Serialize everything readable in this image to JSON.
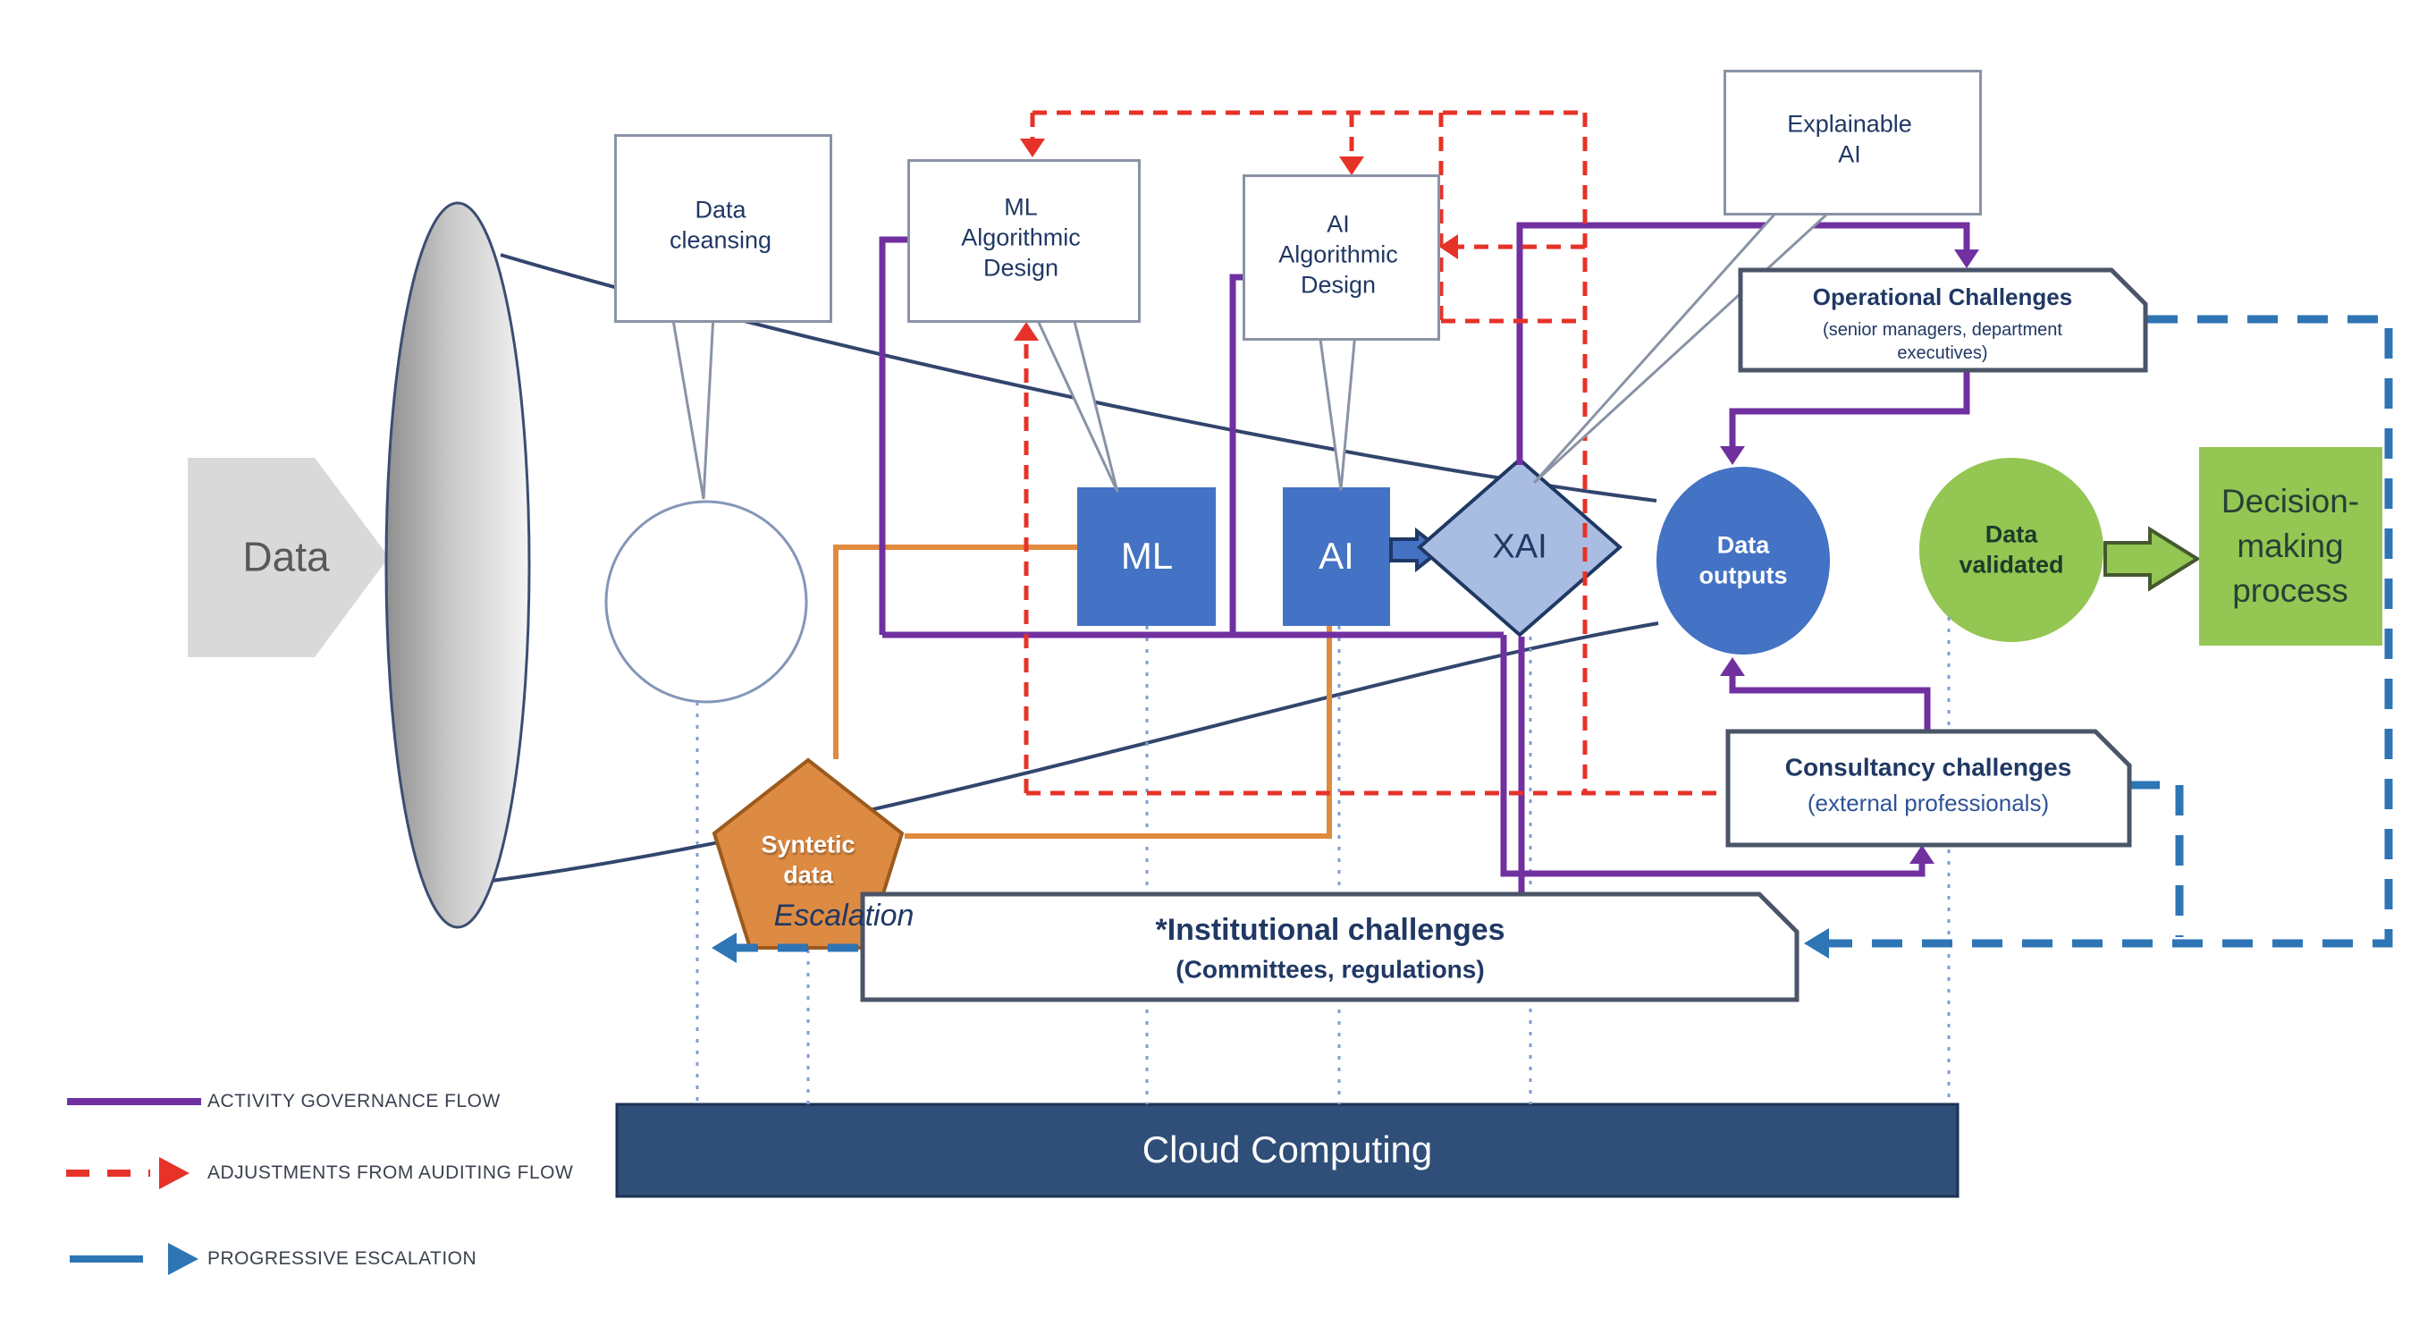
{
  "title": "AI governance data flow diagram",
  "funnel": {
    "data_label": "Data"
  },
  "callouts": {
    "data_cleansing": "Data\ncleansing",
    "ml_design": "ML\nAlgorithmic\nDesign",
    "ai_design": "AI\nAlgorithmic\nDesign",
    "explainable_ai": "Explainable\nAI"
  },
  "nodes": {
    "ml": "ML",
    "ai": "AI",
    "xai": "XAI",
    "synthetic_data": "Syntetic\ndata",
    "data_outputs": "Data\noutputs",
    "data_validated": "Data\nvalidated",
    "decision": "Decision-\nmaking\nprocess"
  },
  "challenges": {
    "operational": {
      "title": "Operational Challenges",
      "subtitle": "(senior managers, department\nexecutives)"
    },
    "consultancy": {
      "title": "Consultancy challenges",
      "subtitle": "(external professionals)"
    },
    "institutional": {
      "title": "*Institutional challenges",
      "subtitle": "(Committees, regulations)"
    }
  },
  "cloud": {
    "label": "Cloud Computing"
  },
  "escalation_label": "Escalation",
  "legend": {
    "items": [
      {
        "label": "ACTIVITY GOVERNANCE  FLOW",
        "color": "#7030a0",
        "style": "solid"
      },
      {
        "label": "ADJUSTMENTS FROM AUDITING  FLOW",
        "color": "#e63228",
        "style": "dashed"
      },
      {
        "label": "PROGRESSIVE ESCALATION",
        "color": "#2e75b6",
        "style": "dashed-arrow"
      }
    ]
  },
  "colors": {
    "governance_purple": "#7030a0",
    "auditing_red": "#e63228",
    "escalation_blue": "#2e75b6",
    "node_blue": "#4472c4",
    "xai_fill": "#a9bde2",
    "green": "#93c652",
    "orange_fill": "#dd8a42",
    "cloud_navy": "#2f4e78",
    "navy_text": "#203864"
  }
}
